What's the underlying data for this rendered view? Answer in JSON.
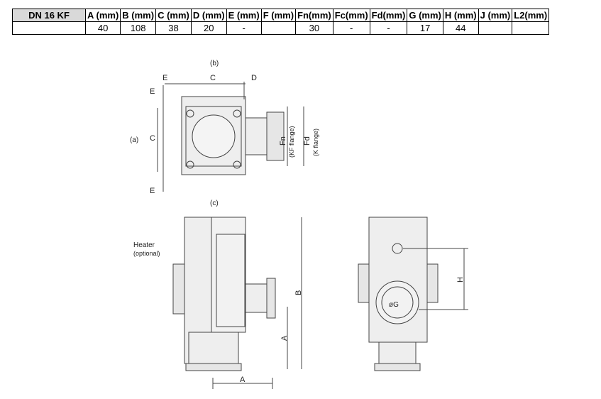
{
  "table": {
    "headers": [
      "DN 16 KF",
      "A (mm)",
      "B (mm)",
      "C (mm)",
      "D (mm)",
      "E (mm)",
      "F (mm)",
      "Fn(mm)",
      "Fc(mm)",
      "Fd(mm)",
      "G (mm)",
      "H (mm)",
      "J (mm)",
      "L2(mm)"
    ],
    "row": [
      "",
      "40",
      "108",
      "38",
      "20",
      "-",
      "",
      "30",
      "-",
      "-",
      "17",
      "44",
      "",
      ""
    ]
  },
  "drawing": {
    "view_b": "(b)",
    "view_a": "(a)",
    "view_c": "(c)",
    "E": "E",
    "C": "C",
    "D": "D",
    "A": "A",
    "B": "B",
    "H": "H",
    "G": "øG",
    "Fn": "Fn",
    "Fn_note": "(KF flange)",
    "Fd": "Fd",
    "Fd_note": "(K flange)",
    "heater": "Heater",
    "heater_note": "(optional)"
  }
}
